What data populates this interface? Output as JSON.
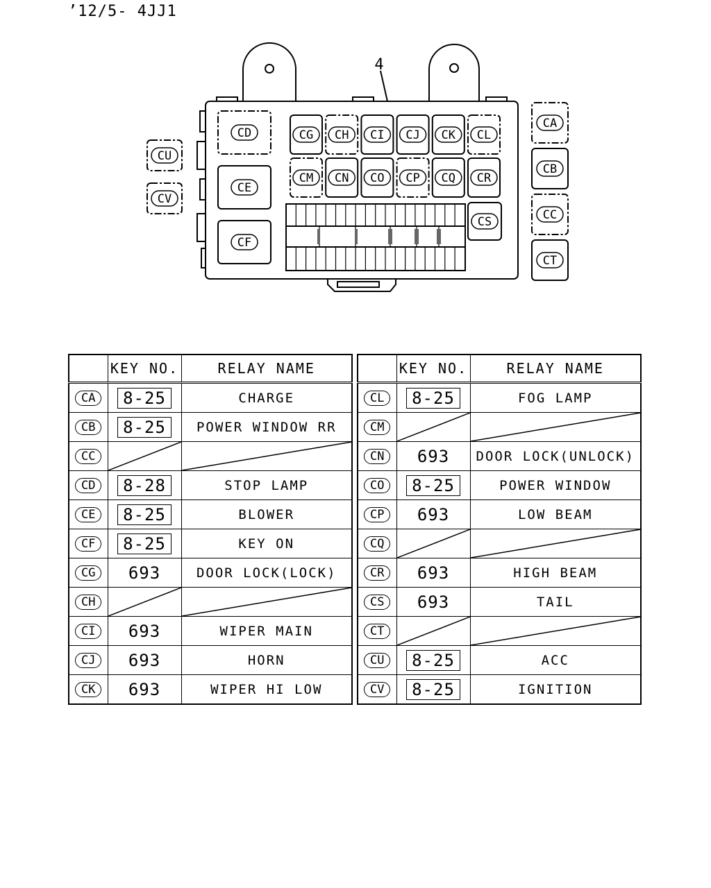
{
  "header": {
    "code": "’12/5- 4JJ1"
  },
  "diagram": {
    "callout": "4",
    "main_relays": [
      "CD",
      "CE",
      "CF"
    ],
    "grid_row1": [
      "CG",
      "CH",
      "CI",
      "CJ",
      "CK",
      "CL"
    ],
    "grid_row2": [
      "CM",
      "CN",
      "CO",
      "CP",
      "CQ",
      "CR"
    ],
    "right_single": "CS",
    "outside_left": [
      "CU",
      "CV"
    ],
    "outside_right": [
      "CA",
      "CB",
      "CC",
      "CT"
    ]
  },
  "table": {
    "headers": {
      "key_no": "KEY NO.",
      "relay_name": "RELAY NAME"
    },
    "left_rows": [
      {
        "code": "CA",
        "key": "8-25",
        "key_boxed": true,
        "name": "CHARGE"
      },
      {
        "code": "CB",
        "key": "8-25",
        "key_boxed": true,
        "name": "POWER WINDOW RR"
      },
      {
        "code": "CC",
        "key": "",
        "key_boxed": false,
        "name": ""
      },
      {
        "code": "CD",
        "key": "8-28",
        "key_boxed": true,
        "name": "STOP LAMP"
      },
      {
        "code": "CE",
        "key": "8-25",
        "key_boxed": true,
        "name": "BLOWER"
      },
      {
        "code": "CF",
        "key": "8-25",
        "key_boxed": true,
        "name": "KEY ON"
      },
      {
        "code": "CG",
        "key": "693",
        "key_boxed": false,
        "name": "DOOR LOCK(LOCK)"
      },
      {
        "code": "CH",
        "key": "",
        "key_boxed": false,
        "name": ""
      },
      {
        "code": "CI",
        "key": "693",
        "key_boxed": false,
        "name": "WIPER MAIN"
      },
      {
        "code": "CJ",
        "key": "693",
        "key_boxed": false,
        "name": "HORN"
      },
      {
        "code": "CK",
        "key": "693",
        "key_boxed": false,
        "name": "WIPER HI LOW"
      }
    ],
    "right_rows": [
      {
        "code": "CL",
        "key": "8-25",
        "key_boxed": true,
        "name": "FOG LAMP"
      },
      {
        "code": "CM",
        "key": "",
        "key_boxed": false,
        "name": ""
      },
      {
        "code": "CN",
        "key": "693",
        "key_boxed": false,
        "name": "DOOR LOCK(UNLOCK)"
      },
      {
        "code": "CO",
        "key": "8-25",
        "key_boxed": true,
        "name": "POWER WINDOW"
      },
      {
        "code": "CP",
        "key": "693",
        "key_boxed": false,
        "name": "LOW BEAM"
      },
      {
        "code": "CQ",
        "key": "",
        "key_boxed": false,
        "name": ""
      },
      {
        "code": "CR",
        "key": "693",
        "key_boxed": false,
        "name": "HIGH BEAM"
      },
      {
        "code": "CS",
        "key": "693",
        "key_boxed": false,
        "name": "TAIL"
      },
      {
        "code": "CT",
        "key": "",
        "key_boxed": false,
        "name": ""
      },
      {
        "code": "CU",
        "key": "8-25",
        "key_boxed": true,
        "name": "ACC"
      },
      {
        "code": "CV",
        "key": "8-25",
        "key_boxed": true,
        "name": "IGNITION"
      }
    ]
  }
}
